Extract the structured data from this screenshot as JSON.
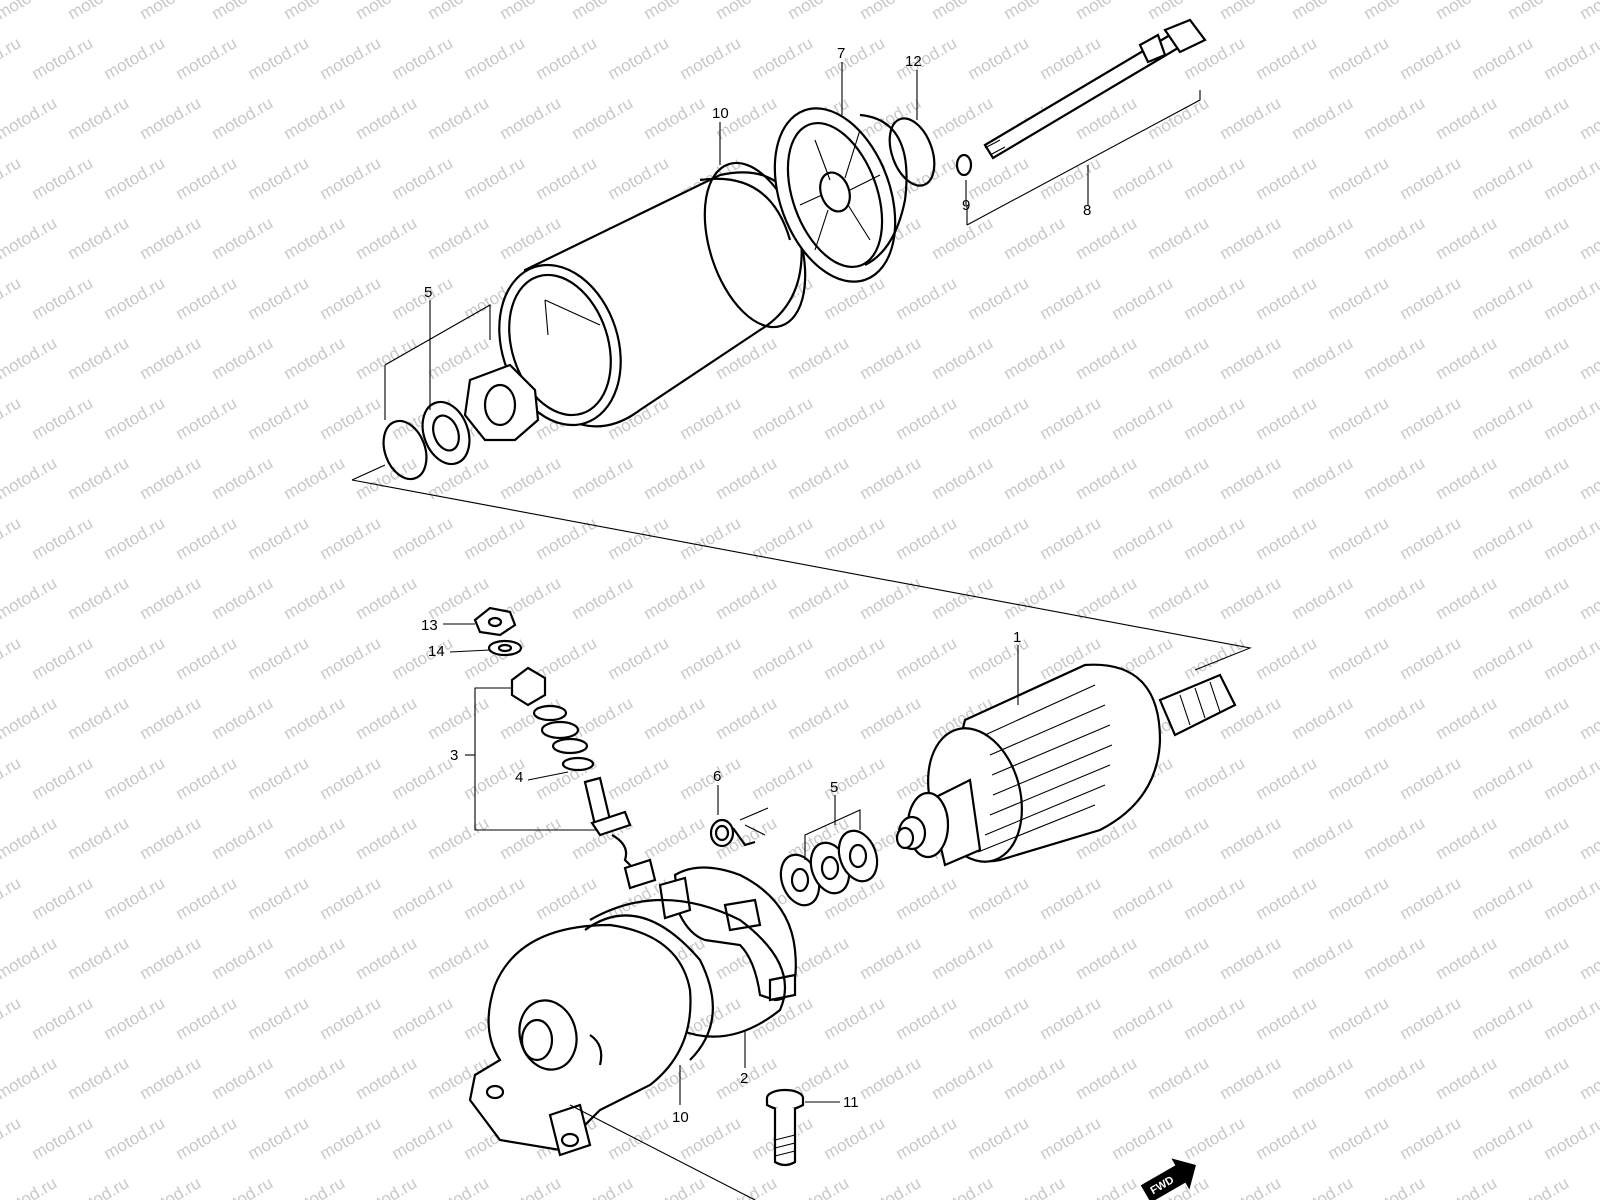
{
  "diagram": {
    "watermark_text": "motod.ru",
    "fwd_label": "FWD",
    "callouts": {
      "c1": "1",
      "c2": "2",
      "c3": "3",
      "c4": "4",
      "c5_top": "5",
      "c5_mid": "5",
      "c6": "6",
      "c7": "7",
      "c8": "8",
      "c9": "9",
      "c10_top": "10",
      "c10_bottom": "10",
      "c11": "11",
      "c12": "12",
      "c13": "13",
      "c14": "14"
    }
  }
}
